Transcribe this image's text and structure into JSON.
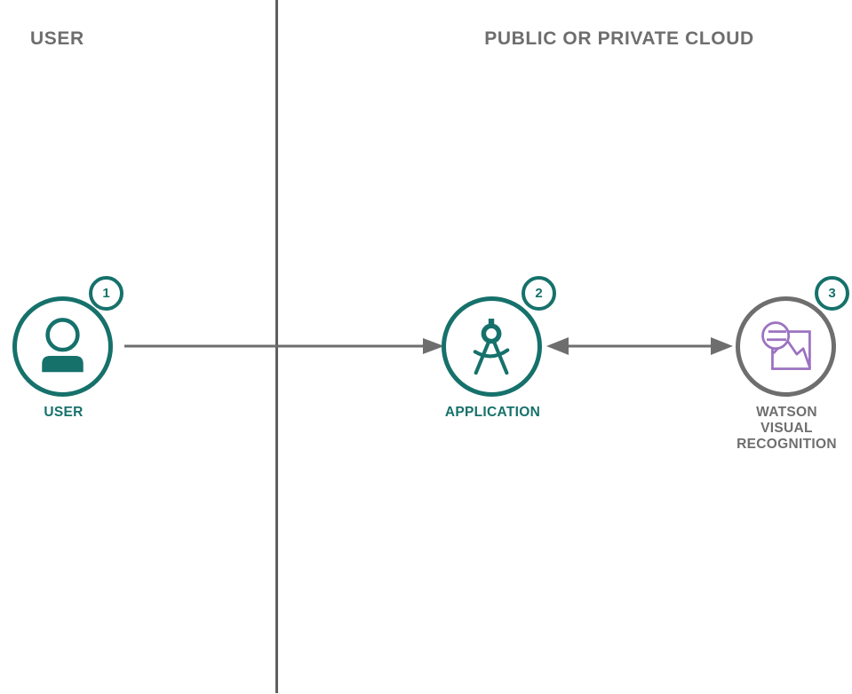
{
  "diagram": {
    "title_zones": {
      "user_zone": "USER",
      "cloud_zone": "PUBLIC OR PRIVATE CLOUD"
    },
    "colors": {
      "teal": "#16716b",
      "gray": "#6e6e6e",
      "purple": "#9b72c0",
      "arrow": "#6e6e6e",
      "background": "#ffffff"
    },
    "nodes": [
      {
        "id": "user",
        "badge": "1",
        "label": "USER",
        "icon": "user-person-icon",
        "color": "teal",
        "zone": "user"
      },
      {
        "id": "application",
        "badge": "2",
        "label": "APPLICATION",
        "icon": "compass-divider-icon",
        "color": "teal",
        "zone": "cloud"
      },
      {
        "id": "watson-visual-recognition",
        "badge": "3",
        "label_line1": "WATSON",
        "label_line2": "VISUAL",
        "label_line3": "RECOGNITION",
        "icon": "visual-recognition-image-icon",
        "color": "gray",
        "zone": "cloud"
      }
    ],
    "connectors": [
      {
        "id": "user-to-application",
        "from": "user",
        "to": "application",
        "direction": "one-way",
        "color": "#6e6e6e"
      },
      {
        "id": "application-to-watson",
        "from": "application",
        "to": "watson-visual-recognition",
        "direction": "two-way",
        "color": "#6e6e6e"
      }
    ],
    "divider": {
      "orientation": "vertical",
      "color": "#5f5f5f"
    }
  }
}
